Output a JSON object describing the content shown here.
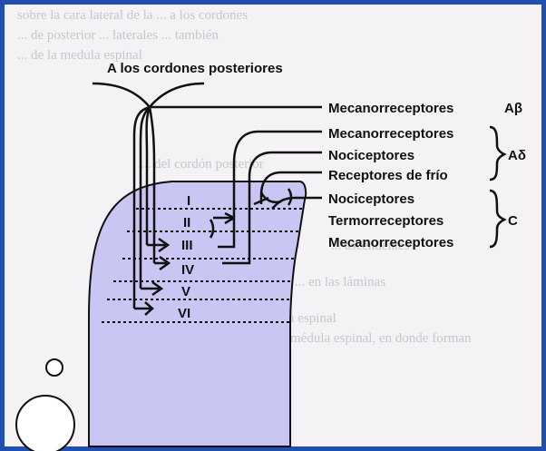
{
  "top_label": "A los cordones posteriores",
  "fibers": {
    "abeta": {
      "items": [
        "Mecanorreceptores"
      ],
      "fiber_label": "Aβ"
    },
    "adelta": {
      "items": [
        "Mecanorreceptores",
        "Nociceptores",
        "Receptores de frío"
      ],
      "fiber_label": "Aδ"
    },
    "c": {
      "items": [
        "Nociceptores",
        "Termorreceptores",
        "Mecanorreceptores"
      ],
      "fiber_label": "C"
    }
  },
  "laminae": [
    "I",
    "II",
    "III",
    "IV",
    "V",
    "VI"
  ],
  "colors": {
    "border": "#1f4fb0",
    "gray_matter": "#c9c6f3",
    "lines": "#111111"
  }
}
